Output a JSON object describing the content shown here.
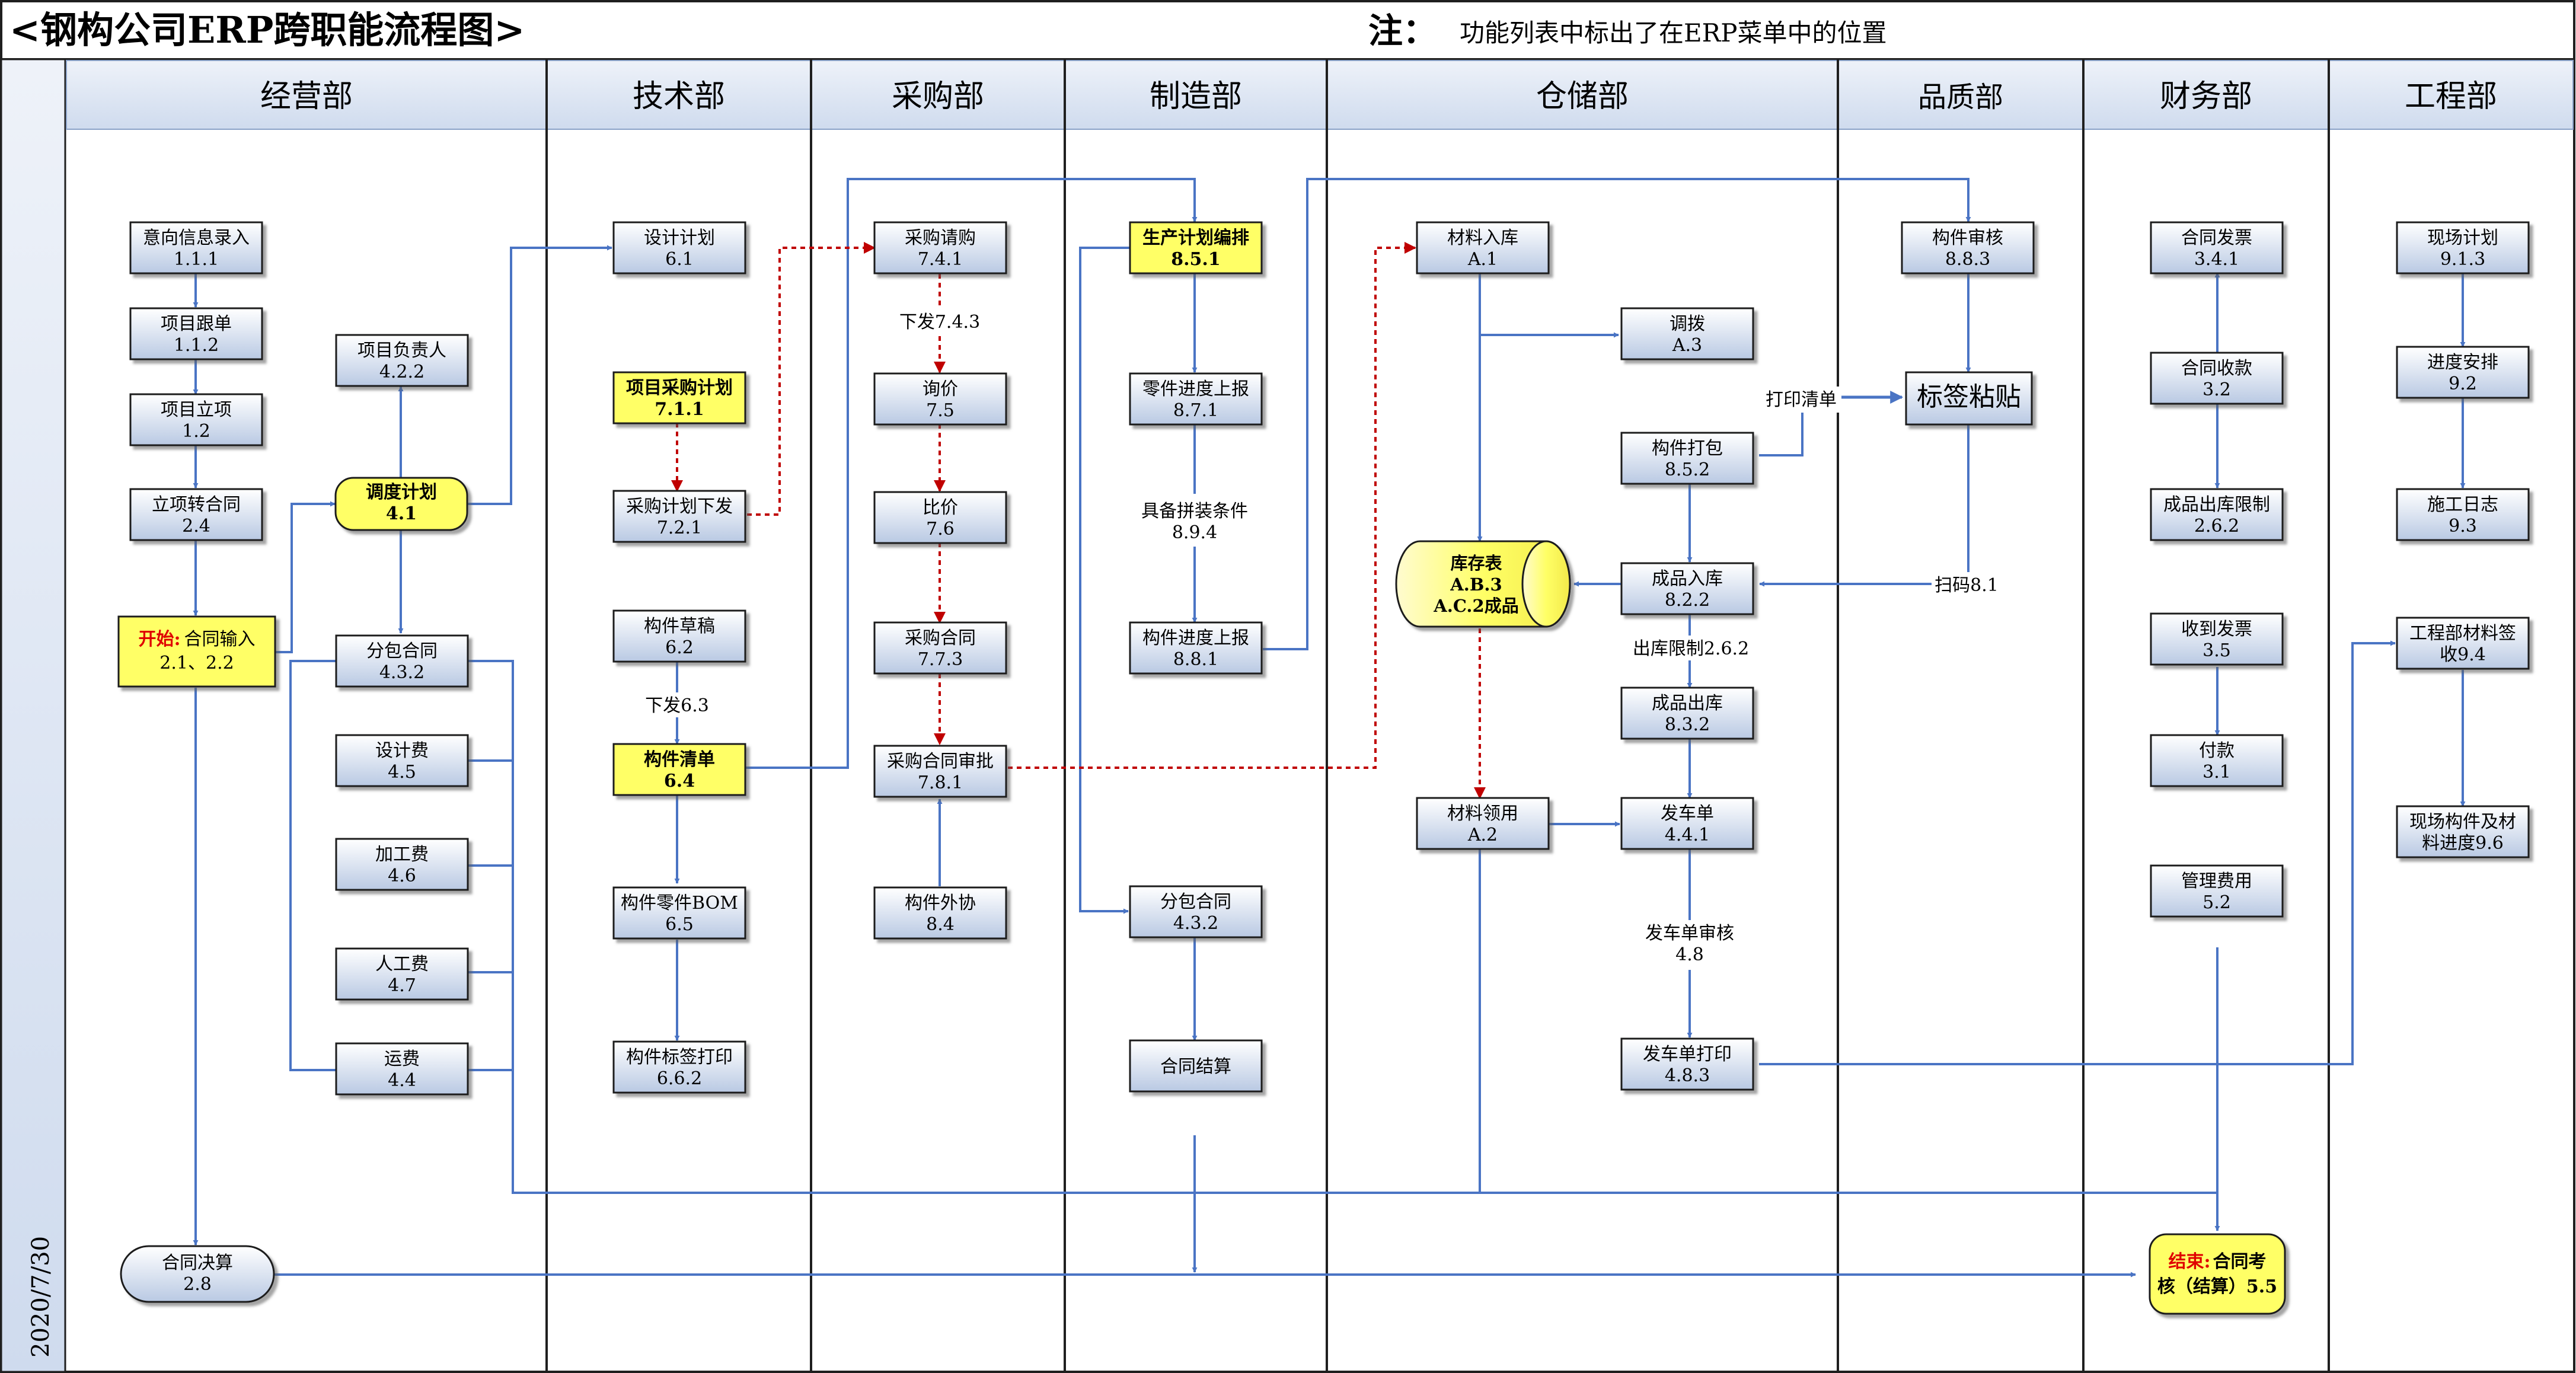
{
  "title": "<钢构公司ERP跨职能流程图>",
  "note": {
    "label": "注：",
    "text": "功能列表中标出了在ERP菜单中的位置"
  },
  "side_date": "2020/7/30",
  "lanes": [
    "经营部",
    "技术部",
    "采购部",
    "制造部",
    "仓储部",
    "品质部",
    "财务部",
    "工程部"
  ],
  "nodes": {
    "n111": [
      "意向信息录入",
      "1.1.1"
    ],
    "n112": [
      "项目跟单",
      "1.1.2"
    ],
    "n12": [
      "项目立项",
      "1.2"
    ],
    "n24": [
      "立项转合同",
      "2.4"
    ],
    "start_prefix": "开始:",
    "start": [
      "合同输入",
      "2.1、2.2"
    ],
    "n28": [
      "合同决算",
      "2.8"
    ],
    "n422": [
      "项目负责人",
      "4.2.2"
    ],
    "n41": [
      "调度计划",
      "4.1"
    ],
    "n432a": [
      "分包合同",
      "4.3.2"
    ],
    "n45": [
      "设计费",
      "4.5"
    ],
    "n46": [
      "加工费",
      "4.6"
    ],
    "n47": [
      "人工费",
      "4.7"
    ],
    "n44": [
      "运费",
      "4.4"
    ],
    "n61": [
      "设计计划",
      "6.1"
    ],
    "n711": [
      "项目采购计划",
      "7.1.1"
    ],
    "n721": [
      "采购计划下发",
      "7.2.1"
    ],
    "n62": [
      "构件草稿",
      "6.2"
    ],
    "n64": [
      "构件清单",
      "6.4"
    ],
    "n65": [
      "构件零件BOM",
      "6.5"
    ],
    "n662": [
      "构件标签打印",
      "6.6.2"
    ],
    "n741": [
      "采购请购",
      "7.4.1"
    ],
    "n75": [
      "询价",
      "7.5"
    ],
    "n76": [
      "比价",
      "7.6"
    ],
    "n773": [
      "采购合同",
      "7.7.3"
    ],
    "n781": [
      "采购合同审批",
      "7.8.1"
    ],
    "n84": [
      "构件外协",
      "8.4"
    ],
    "n851": [
      "生产计划编排",
      "8.5.1"
    ],
    "n871": [
      "零件进度上报",
      "8.7.1"
    ],
    "n881": [
      "构件进度上报",
      "8.8.1"
    ],
    "n432b": [
      "分包合同",
      "4.3.2"
    ],
    "nht": [
      "合同结算"
    ],
    "nA1": [
      "材料入库",
      "A.1"
    ],
    "nA3": [
      "调拨",
      "A.3"
    ],
    "n852": [
      "构件打包",
      "8.5.2"
    ],
    "store": [
      "库存表",
      "A.B.3",
      "A.C.2成品"
    ],
    "n822": [
      "成品入库",
      "8.2.2"
    ],
    "n832": [
      "成品出库",
      "8.3.2"
    ],
    "nA2": [
      "材料领用",
      "A.2"
    ],
    "n441": [
      "发车单",
      "4.4.1"
    ],
    "n483": [
      "发车单打印",
      "4.8.3"
    ],
    "n883": [
      "构件审核",
      "8.8.3"
    ],
    "label_box": "标签粘贴",
    "n341": [
      "合同发票",
      "3.4.1"
    ],
    "n32": [
      "合同收款",
      "3.2"
    ],
    "n262": [
      "成品出库限制",
      "2.6.2"
    ],
    "n35": [
      "收到发票",
      "3.5"
    ],
    "n31": [
      "付款",
      "3.1"
    ],
    "n52": [
      "管理费用",
      "5.2"
    ],
    "end_prefix": "结束:",
    "end": [
      "合同考",
      "核（结算）5.5"
    ],
    "n913": [
      "现场计划",
      "9.1.3"
    ],
    "n92": [
      "进度安排",
      "9.2"
    ],
    "n93": [
      "施工日志",
      "9.3"
    ],
    "n94": [
      "工程部材料签",
      "收9.4"
    ],
    "n96": [
      "现场构件及材",
      "料进度9.6"
    ]
  },
  "labels": {
    "l743": "下发7.4.3",
    "l63": "下发6.3",
    "l894a": "具备拼装条件",
    "l894b": "8.9.4",
    "l_print": "打印清单",
    "l_scan": "扫码8.1",
    "l262": "出库限制2.6.2",
    "l48a": "发车单审核",
    "l48b": "4.8"
  },
  "colors": {
    "frame": "#1f1f1f",
    "header": "#dde6f3",
    "box_top": "#ffffff",
    "box_bottom": "#c2d0e6",
    "highlight": "#ffff55",
    "arrow_blue": "#4a74c4",
    "arrow_red": "#c00000",
    "red_text": "#e00000"
  }
}
